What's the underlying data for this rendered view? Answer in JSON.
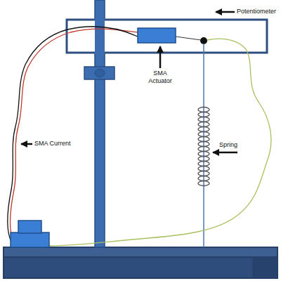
{
  "diagram": {
    "labels": [
      "Potentiometer",
      "SMA Actuator",
      "SMA Current",
      "Spring"
    ]
  }
}
